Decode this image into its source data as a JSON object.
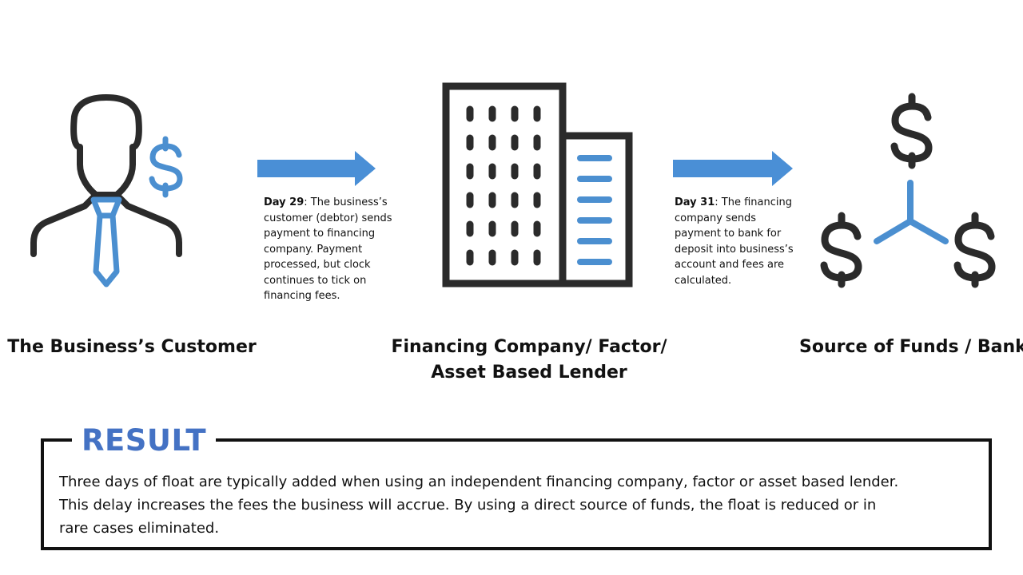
{
  "colors": {
    "accent": "#4b8fd0",
    "arrow": "#4a8fd6",
    "dark": "#2b2b2b",
    "result_title": "#4472c4"
  },
  "nodes": [
    {
      "icon": "businessman-icon",
      "label_lines": [
        "The Business’s Customer"
      ]
    },
    {
      "icon": "building-icon",
      "label_lines": [
        "Financing Company/ Factor/",
        "Asset Based Lender"
      ]
    },
    {
      "icon": "money-distribution-icon",
      "label_lines": [
        "Source of Funds  / Bank"
      ]
    }
  ],
  "steps": [
    {
      "day": "Day 29",
      "lines": [
        ": The business’s",
        "customer (debtor) sends",
        "payment to  financing",
        "company. Payment",
        "processed, but clock",
        "continues to tick on",
        "financing fees."
      ]
    },
    {
      "day": "Day 31",
      "lines": [
        ": The financing",
        "company sends",
        "payment to bank for",
        "deposit into business’s",
        "account and fees are",
        "calculated."
      ]
    }
  ],
  "result": {
    "title": "RESULT",
    "lines": [
      "Three days of float are typically added when using an independent financing company, factor or asset based lender.",
      "This delay increases the fees the business will accrue. By using a direct source of funds, the float is reduced or in",
      "rare cases eliminated."
    ]
  }
}
